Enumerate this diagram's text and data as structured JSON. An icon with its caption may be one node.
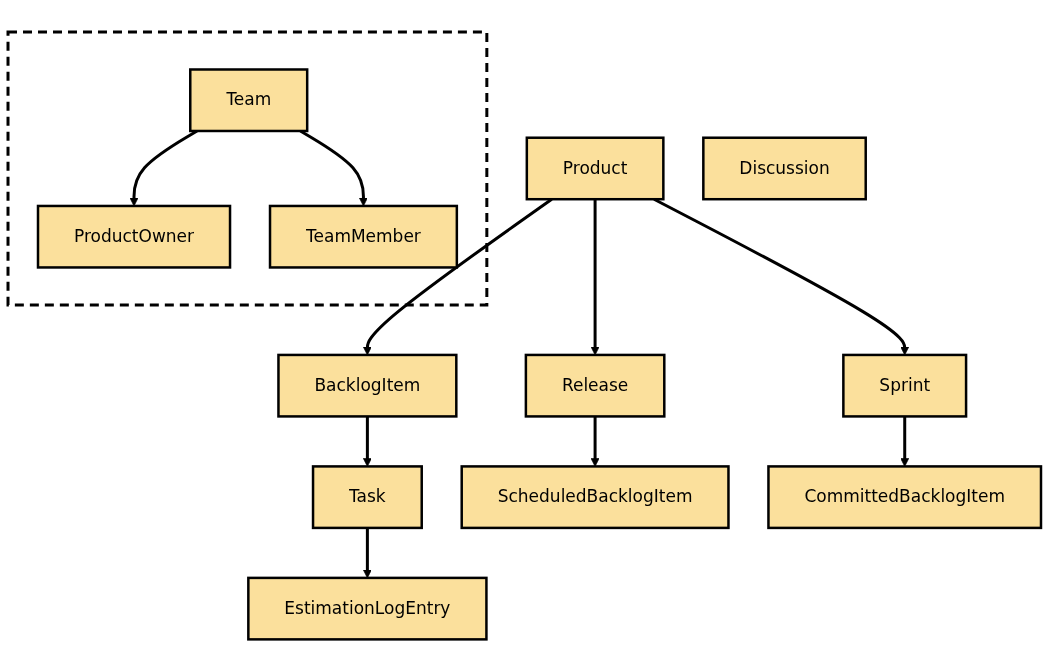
{
  "diagram": {
    "nodes": [
      {
        "text": [
          "Product"
        ]
      },
      {
        "text": [
          "BacklogItem"
        ]
      },
      {
        "text": [
          "Release"
        ]
      },
      {
        "text": [
          "Sprint"
        ]
      },
      {
        "text": [
          "Discussion"
        ]
      },
      {
        "text": [
          "Task"
        ]
      },
      {
        "text": [
          "ScheduledBacklogItem"
        ]
      },
      {
        "text": [
          "CommittedBacklogItem"
        ]
      },
      {
        "text": [],
        "shape": "box"
      },
      {
        "text": [
          "Team"
        ],
        "in": 8
      },
      {
        "text": [
          "EstimationLogEntry"
        ]
      },
      {
        "text": [
          "ProductOwner"
        ],
        "in": 8
      },
      {
        "text": [
          "TeamMember"
        ],
        "in": 8
      }
    ],
    "edges": [
      {
        "from": 0,
        "to": 1,
        "arrow": "to"
      },
      {
        "from": 0,
        "to": 2,
        "arrow": "to"
      },
      {
        "from": 0,
        "to": 3,
        "arrow": "to"
      },
      {
        "from": 1,
        "to": 5,
        "arrow": "to"
      },
      {
        "from": 2,
        "to": 6,
        "arrow": "to"
      },
      {
        "from": 3,
        "to": 7,
        "arrow": "to"
      },
      {
        "from": 5,
        "to": 10,
        "arrow": "to"
      },
      {
        "from": 9,
        "to": 11,
        "arrow": "to"
      },
      {
        "from": 9,
        "to": 12,
        "arrow": "to"
      }
    ]
  }
}
